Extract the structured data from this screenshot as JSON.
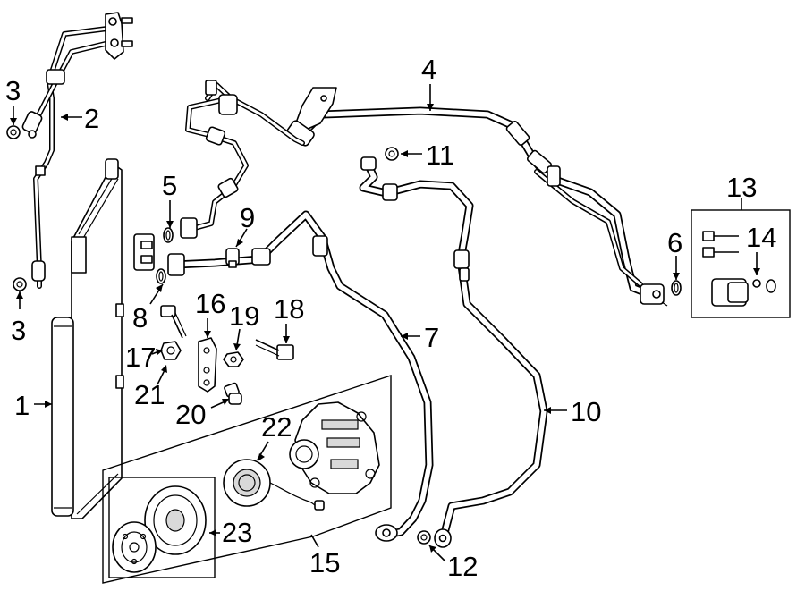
{
  "diagram": {
    "callouts": [
      {
        "id": "1",
        "text": "1"
      },
      {
        "id": "2",
        "text": "2"
      },
      {
        "id": "3a",
        "text": "3"
      },
      {
        "id": "3b",
        "text": "3"
      },
      {
        "id": "4",
        "text": "4"
      },
      {
        "id": "5",
        "text": "5"
      },
      {
        "id": "6",
        "text": "6"
      },
      {
        "id": "7",
        "text": "7"
      },
      {
        "id": "8",
        "text": "8"
      },
      {
        "id": "9",
        "text": "9"
      },
      {
        "id": "10",
        "text": "10"
      },
      {
        "id": "11",
        "text": "11"
      },
      {
        "id": "12",
        "text": "12"
      },
      {
        "id": "13",
        "text": "13"
      },
      {
        "id": "14",
        "text": "14"
      },
      {
        "id": "15",
        "text": "15"
      },
      {
        "id": "16",
        "text": "16"
      },
      {
        "id": "17",
        "text": "17"
      },
      {
        "id": "18",
        "text": "18"
      },
      {
        "id": "19",
        "text": "19"
      },
      {
        "id": "20",
        "text": "20"
      },
      {
        "id": "21",
        "text": "21"
      },
      {
        "id": "22",
        "text": "22"
      },
      {
        "id": "23",
        "text": "23"
      }
    ]
  }
}
